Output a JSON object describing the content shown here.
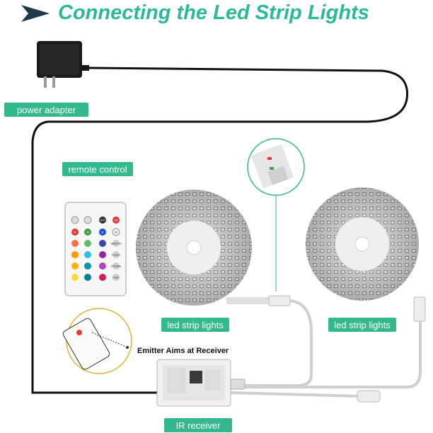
{
  "title": "Connecting the Led Strip Lights",
  "labels": {
    "power_adapter": "power adapter",
    "remote_control": "remote control",
    "strip_left": "led strip lights",
    "strip_right": "led strip lights",
    "ir_receiver": "IR receiver"
  },
  "caption": "Emitter Aims at Receiver",
  "remote": {
    "buttons": [
      "OFF",
      "ON",
      "R",
      "G",
      "B",
      "W",
      "FLASH",
      "STROBE",
      "FADE",
      "SMOOTH"
    ]
  },
  "colors": {
    "accent": "#34b98f",
    "title": "#2bb99a",
    "arrow": "#1c3a4a"
  }
}
